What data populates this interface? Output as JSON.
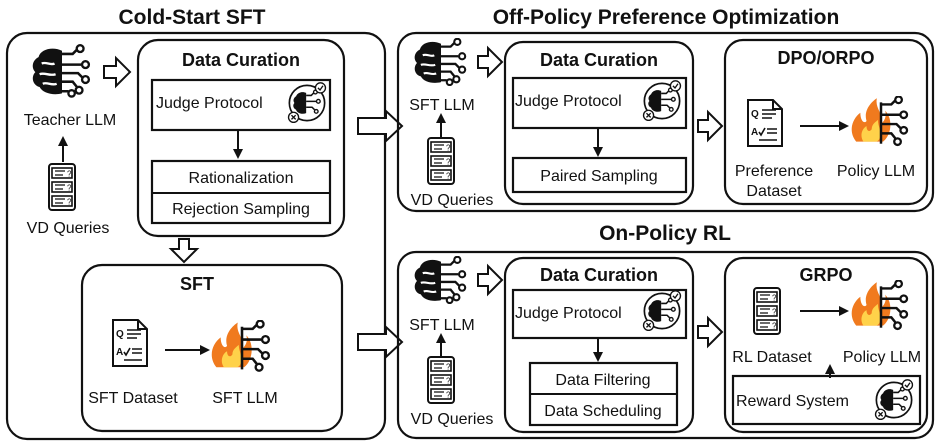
{
  "sections": {
    "cold_start": "Cold-Start SFT",
    "off_policy": "Off-Policy Preference Optimization",
    "on_policy": "On-Policy RL"
  },
  "cold": {
    "teacher_llm": "Teacher LLM",
    "vd_queries": "VD Queries",
    "data_curation": "Data Curation",
    "judge_protocol": "Judge Protocol",
    "rationalization": "Rationalization",
    "rejection_sampling": "Rejection Sampling",
    "sft_title": "SFT",
    "sft_dataset": "SFT Dataset",
    "sft_llm": "SFT LLM"
  },
  "off": {
    "sft_llm": "SFT LLM",
    "vd_queries": "VD Queries",
    "data_curation": "Data Curation",
    "judge_protocol": "Judge Protocol",
    "paired_sampling": "Paired Sampling",
    "dpo_title": "DPO/ORPO",
    "preference": "Preference",
    "dataset": "Dataset",
    "policy_llm": "Policy LLM"
  },
  "on": {
    "sft_llm": "SFT LLM",
    "vd_queries": "VD Queries",
    "data_curation": "Data Curation",
    "judge_protocol": "Judge Protocol",
    "data_filtering": "Data Filtering",
    "data_scheduling": "Data Scheduling",
    "grpo_title": "GRPO",
    "rl_dataset": "RL Dataset",
    "policy_llm": "Policy LLM",
    "reward_system": "Reward System"
  },
  "icons": {
    "llm": "brain-circuit-icon",
    "trained_llm": "brain-circuit-flame-icon",
    "queries": "server-stack-icon",
    "dataset": "document-qa-icon",
    "judge": "judge-brain-check-icon"
  },
  "colors": {
    "ink": "#111111",
    "flame_outer": "#f07a1e",
    "flame_inner": "#ffd24a"
  }
}
